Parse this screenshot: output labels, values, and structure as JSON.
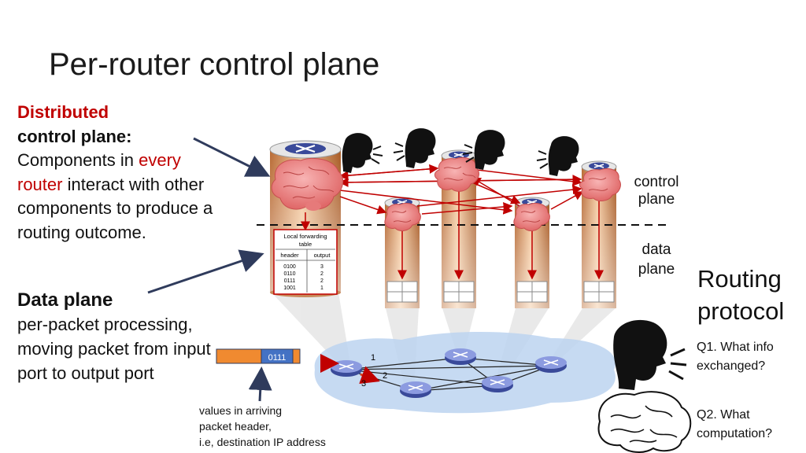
{
  "title": "Per-router control plane",
  "left": {
    "line1": "Distributed",
    "line2": "control plane:",
    "desc_pre": "Components in ",
    "desc_every": "every",
    "desc_router": "router",
    "desc_post": " interact with other components to produce a routing outcome."
  },
  "data_plane": {
    "title": "Data plane",
    "desc": "per-packet processing, moving packet from input port to output port"
  },
  "labels": {
    "control_line1": "control",
    "control_line2": "plane",
    "data_line1": "data",
    "data_line2": "plane"
  },
  "routing": {
    "line1": "Routing",
    "line2": "protocol"
  },
  "questions": {
    "q1_line1": "Q1. What info",
    "q1_line2": "exchanged?",
    "q2_line1": "Q2. What",
    "q2_line2": "computation?"
  },
  "forwarding_table": {
    "title_line1": "Local forwarding",
    "title_line2": "table",
    "col_header": "header",
    "col_output": "output",
    "headers": [
      "0100",
      "0110",
      "0111",
      "1001"
    ],
    "outputs": [
      "3",
      "2",
      "2",
      "1"
    ]
  },
  "packet": {
    "header_value": "0111"
  },
  "values_note": {
    "line1": "values in arriving",
    "line2": "packet header,",
    "line3": "i.e, destination IP address"
  },
  "port_numbers": [
    "1",
    "2",
    "3"
  ],
  "colors": {
    "accent_red": "#c00000",
    "cylinder_orange": "#e0a070",
    "router_blue": "#3a4a9a",
    "packet_orange": "#f08a30",
    "packet_blue": "#4472c4",
    "network_blue": "#bcd4f0"
  }
}
